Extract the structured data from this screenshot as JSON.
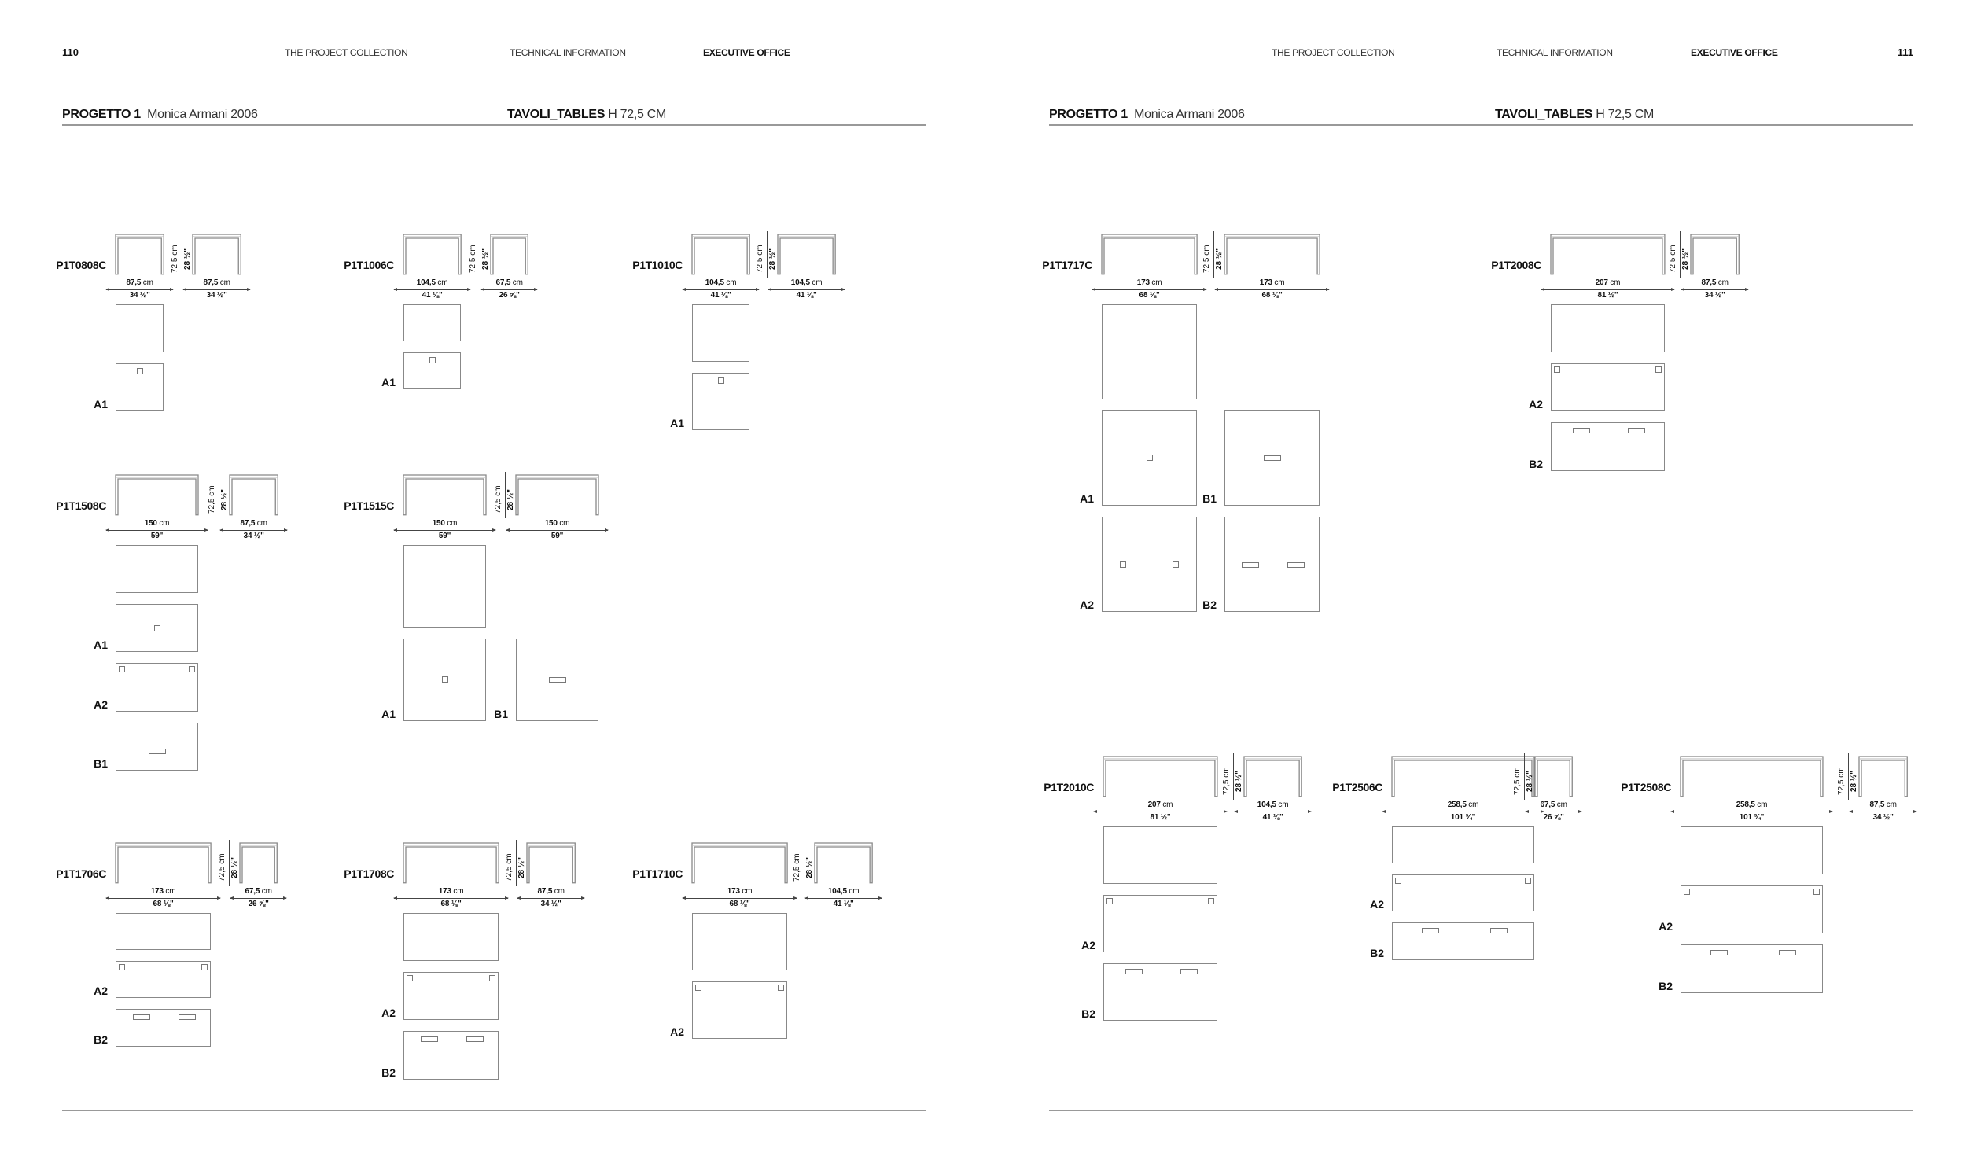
{
  "left_page": {
    "page_number": "110",
    "header": [
      "THE PROJECT COLLECTION",
      "TECHNICAL INFORMATION",
      "EXECUTIVE OFFICE"
    ],
    "project_bold": "PROGETTO 1",
    "project_designer": "Monica Armani 2006",
    "section_bold": "TAVOLI_TABLES",
    "section_rest": "H 72,5 CM"
  },
  "right_page": {
    "page_number": "111",
    "header": [
      "THE PROJECT COLLECTION",
      "TECHNICAL INFORMATION",
      "EXECUTIVE OFFICE"
    ],
    "project_bold": "PROGETTO 1",
    "project_designer": "Monica Armani 2006",
    "section_bold": "TAVOLI_TABLES",
    "section_rest": "H 72,5 CM"
  },
  "products": [
    {
      "code": "P1T0808C",
      "width_cm": "87,5",
      "width_in": "34 ½\"",
      "depth_cm": "87,5",
      "depth_in": "34 ½\"",
      "height_cm": "72,5 cm",
      "height_in": "28 ½\"",
      "variants": [
        "A1"
      ]
    },
    {
      "code": "P1T1006C",
      "width_cm": "104,5",
      "width_in": "41 ⅛\"",
      "depth_cm": "67,5",
      "depth_in": "26 ⅝\"",
      "height_cm": "72,5 cm",
      "height_in": "28 ½\"",
      "variants": [
        "A1"
      ]
    },
    {
      "code": "P1T1010C",
      "width_cm": "104,5",
      "width_in": "41 ⅛\"",
      "depth_cm": "104,5",
      "depth_in": "41 ⅛\"",
      "height_cm": "72,5 cm",
      "height_in": "28 ½\"",
      "variants": [
        "A1"
      ]
    },
    {
      "code": "P1T1508C",
      "width_cm": "150",
      "width_in": "59\"",
      "depth_cm": "87,5",
      "depth_in": "34 ½\"",
      "height_cm": "72,5 cm",
      "height_in": "28 ½\"",
      "variants": [
        "A1",
        "A2",
        "B1"
      ]
    },
    {
      "code": "P1T1515C",
      "width_cm": "150",
      "width_in": "59\"",
      "depth_cm": "150",
      "depth_in": "59\"",
      "height_cm": "72,5 cm",
      "height_in": "28 ½\"",
      "variants": [
        "A1",
        "B1"
      ]
    },
    {
      "code": "P1T1706C",
      "width_cm": "173",
      "width_in": "68 ⅛\"",
      "depth_cm": "67,5",
      "depth_in": "26 ⅝\"",
      "height_cm": "72,5 cm",
      "height_in": "28 ½\"",
      "variants": [
        "A2",
        "B2"
      ]
    },
    {
      "code": "P1T1708C",
      "width_cm": "173",
      "width_in": "68 ⅛\"",
      "depth_cm": "87,5",
      "depth_in": "34 ½\"",
      "height_cm": "72,5 cm",
      "height_in": "28 ½\"",
      "variants": [
        "A2",
        "B2"
      ]
    },
    {
      "code": "P1T1710C",
      "width_cm": "173",
      "width_in": "68 ⅛\"",
      "depth_cm": "104,5",
      "depth_in": "41 ⅛\"",
      "height_cm": "72,5 cm",
      "height_in": "28 ½\"",
      "variants": [
        "A2"
      ]
    },
    {
      "code": "P1T1717C",
      "width_cm": "173",
      "width_in": "68 ⅛\"",
      "depth_cm": "173",
      "depth_in": "68 ⅛\"",
      "height_cm": "72,5 cm",
      "height_in": "28 ½\"",
      "variants": [
        "A1",
        "B1",
        "A2",
        "B2"
      ]
    },
    {
      "code": "P1T2008C",
      "width_cm": "207",
      "width_in": "81 ½\"",
      "depth_cm": "87,5",
      "depth_in": "34 ½\"",
      "height_cm": "72,5 cm",
      "height_in": "28 ½\"",
      "variants": [
        "A2",
        "B2"
      ]
    },
    {
      "code": "P1T2010C",
      "width_cm": "207",
      "width_in": "81 ½\"",
      "depth_cm": "104,5",
      "depth_in": "41 ⅛\"",
      "height_cm": "72,5 cm",
      "height_in": "28 ½\"",
      "variants": [
        "A2",
        "B2"
      ]
    },
    {
      "code": "P1T2506C",
      "width_cm": "258,5",
      "width_in": "101 ¾\"",
      "depth_cm": "67,5",
      "depth_in": "26 ⅝\"",
      "height_cm": "72,5 cm",
      "height_in": "28 ½\"",
      "variants": [
        "A2",
        "B2"
      ]
    },
    {
      "code": "P1T2508C",
      "width_cm": "258,5",
      "width_in": "101 ¾\"",
      "depth_cm": "87,5",
      "depth_in": "34 ½\"",
      "height_cm": "72,5 cm",
      "height_in": "28 ½\"",
      "variants": [
        "A2",
        "B2"
      ]
    }
  ],
  "unit_cm": "cm"
}
